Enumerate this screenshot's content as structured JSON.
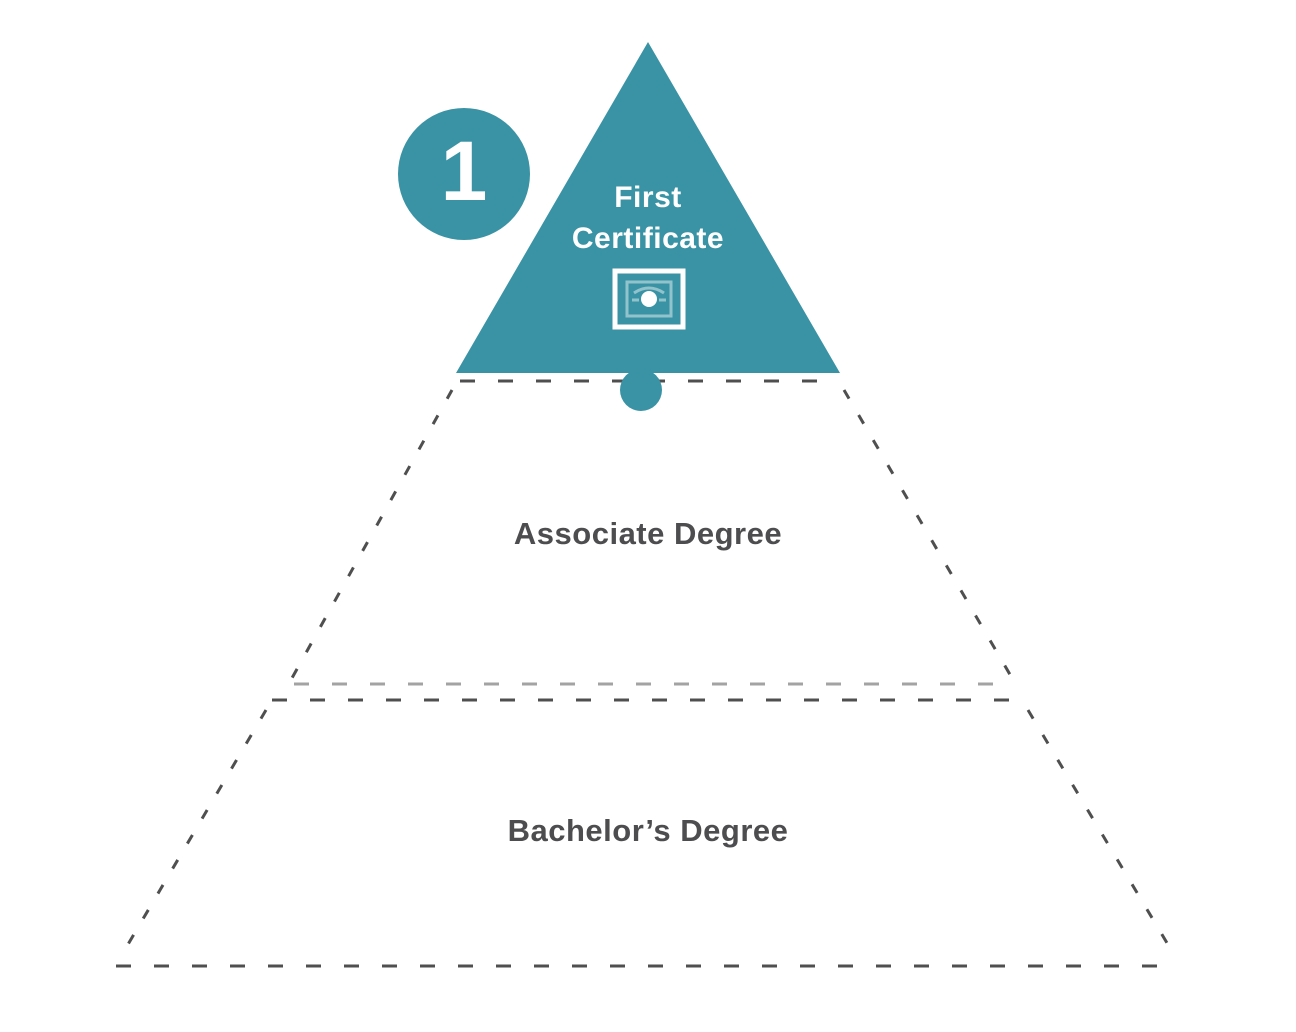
{
  "colors": {
    "teal": "#3a93a4",
    "dash_dark": "#4f4f4f",
    "dash_light": "#a3a3a3",
    "label_text": "#4d4d4f",
    "icon_white": "#ffffff",
    "background": "#ffffff"
  },
  "diagram": {
    "badge": {
      "number": "1"
    },
    "top_level": {
      "label_line1": "First",
      "label_line2": "Certificate",
      "icon": "certificate-icon"
    },
    "middle_level": {
      "label": "Associate Degree"
    },
    "bottom_level": {
      "label": "Bachelor’s Degree"
    }
  }
}
